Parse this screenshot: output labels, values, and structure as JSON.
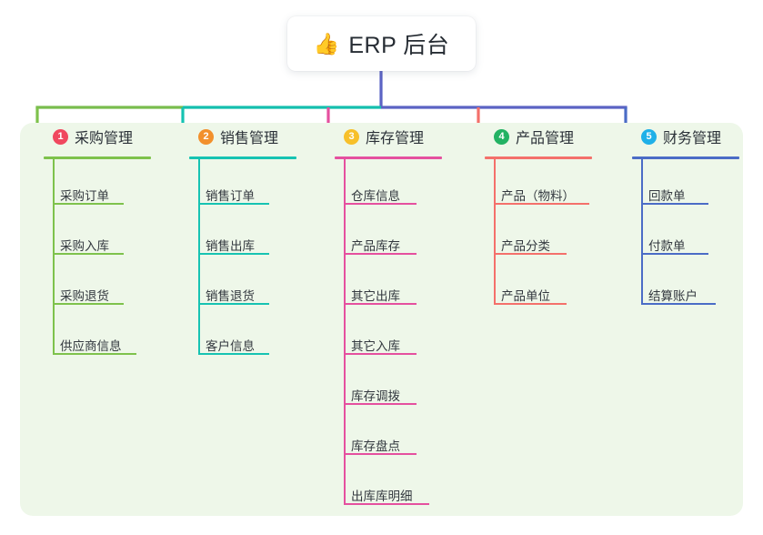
{
  "root": {
    "emoji": "👍",
    "emoji_name": "thumbs-up-emoji",
    "title": "ERP 后台"
  },
  "palette": {
    "panel_bg": "#eef7e9",
    "page_bg": "#ffffff",
    "card_bg": "#ffffff",
    "text": "#2b3138",
    "trunk": "#5b63c4",
    "bar_green": "#79bd4e",
    "bar_teal": "#14bfae",
    "bar_blue": "#5b63c4"
  },
  "columns": [
    {
      "index": "1",
      "title": "采购管理",
      "badge_color": "#f0485f",
      "line_color": "#7ec24c",
      "rule_width": 118,
      "items": [
        {
          "label": "采购订单",
          "rule_width": 78
        },
        {
          "label": "采购入库",
          "rule_width": 78
        },
        {
          "label": "采购退货",
          "rule_width": 78
        },
        {
          "label": "供应商信息",
          "rule_width": 92
        }
      ]
    },
    {
      "index": "2",
      "title": "销售管理",
      "badge_color": "#f2902c",
      "line_color": "#16c3b2",
      "rule_width": 118,
      "items": [
        {
          "label": "销售订单",
          "rule_width": 78
        },
        {
          "label": "销售出库",
          "rule_width": 78
        },
        {
          "label": "销售退货",
          "rule_width": 78
        },
        {
          "label": "客户信息",
          "rule_width": 78
        }
      ]
    },
    {
      "index": "3",
      "title": "库存管理",
      "badge_color": "#f7c02a",
      "line_color": "#e5509f",
      "rule_width": 118,
      "items": [
        {
          "label": "仓库信息",
          "rule_width": 80
        },
        {
          "label": "产品库存",
          "rule_width": 80
        },
        {
          "label": "其它出库",
          "rule_width": 80
        },
        {
          "label": "其它入库",
          "rule_width": 80
        },
        {
          "label": "库存调拨",
          "rule_width": 80
        },
        {
          "label": "库存盘点",
          "rule_width": 80
        },
        {
          "label": "出库库明细",
          "rule_width": 94
        }
      ]
    },
    {
      "index": "4",
      "title": "产品管理",
      "badge_color": "#23b263",
      "line_color": "#f4706b",
      "rule_width": 118,
      "items": [
        {
          "label": "产品（物料）",
          "rule_width": 105
        },
        {
          "label": "产品分类",
          "rule_width": 80
        },
        {
          "label": "产品单位",
          "rule_width": 80
        }
      ]
    },
    {
      "index": "5",
      "title": "财务管理",
      "badge_color": "#1fb0e8",
      "line_color": "#4b6cc6",
      "rule_width": 118,
      "items": [
        {
          "label": "回款单",
          "rule_width": 74
        },
        {
          "label": "付款单",
          "rule_width": 74
        },
        {
          "label": "结算账户",
          "rule_width": 82
        }
      ]
    }
  ]
}
